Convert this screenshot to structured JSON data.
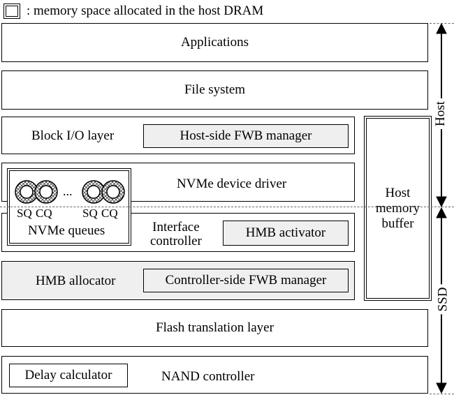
{
  "legend": {
    "text": ": memory space allocated in the host DRAM"
  },
  "layers": {
    "applications": "Applications",
    "file_system": "File system",
    "block_io": "Block I/O layer",
    "host_fwb_manager": "Host-side FWB manager",
    "nvme_driver": "NVMe device driver",
    "interface_controller": "Interface\ncontroller",
    "hmb_activator": "HMB activator",
    "hmb_allocator": "HMB allocator",
    "controller_fwb_manager": "Controller-side FWB manager",
    "ftl": "Flash translation layer",
    "delay_calculator": "Delay calculator",
    "nand_controller": "NAND controller"
  },
  "nvme_queues": {
    "label": "NVMe queues",
    "sq1": "SQ",
    "cq1": "CQ",
    "ellipsis": "...",
    "sq2": "SQ",
    "cq2": "CQ"
  },
  "hmb": {
    "label": "Host\nmemory\nbuffer"
  },
  "side": {
    "host": "Host",
    "ssd": "SSD"
  }
}
